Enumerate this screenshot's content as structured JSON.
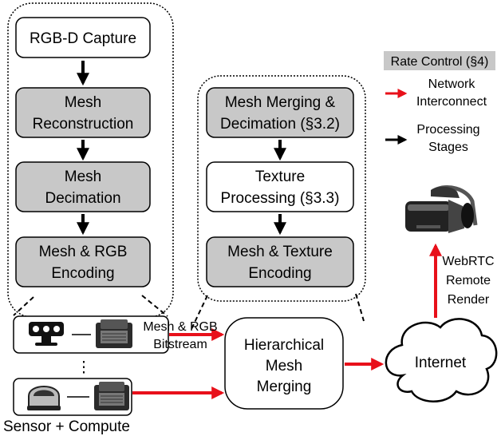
{
  "left_pipeline": {
    "stages": [
      {
        "lines": [
          "RGB-D Capture"
        ],
        "style": "processing-white"
      },
      {
        "lines": [
          "Mesh",
          "Reconstruction"
        ],
        "style": "rate-control-gray"
      },
      {
        "lines": [
          "Mesh",
          "Decimation"
        ],
        "style": "rate-control-gray"
      },
      {
        "lines": [
          "Mesh & RGB",
          "Encoding"
        ],
        "style": "rate-control-gray"
      }
    ]
  },
  "middle_pipeline": {
    "stages": [
      {
        "lines": [
          "Mesh Merging &",
          "Decimation (§3.2)"
        ],
        "style": "rate-control-gray"
      },
      {
        "lines": [
          "Texture",
          "Processing (§3.3)"
        ],
        "style": "processing-white"
      },
      {
        "lines": [
          "Mesh & Texture",
          "Encoding"
        ],
        "style": "rate-control-gray"
      }
    ]
  },
  "legend": {
    "rate_control": "Rate Control (§4)",
    "network_lines": [
      "Network",
      "Interconnect"
    ],
    "processing_lines": [
      "Processing",
      "Stages"
    ]
  },
  "nodes": {
    "merging_lines": [
      "Hierarchical",
      "Mesh",
      "Merging"
    ],
    "internet": "Internet",
    "bitstream_lines": [
      "Mesh & RGB",
      "Bitstream"
    ],
    "webrtc_lines": [
      "WebRTC",
      "Remote",
      "Render"
    ],
    "sensor_caption": "Sensor + Compute",
    "ellipsis": "⋮"
  },
  "icons": [
    "rgbd-camera-icon",
    "compute-board-icon",
    "lidar-sensor-icon",
    "vr-headset-icon"
  ],
  "colors": {
    "gray_fill": "#c8c8c8",
    "network_arrow": "#e8101a",
    "processing_arrow": "#000000"
  }
}
